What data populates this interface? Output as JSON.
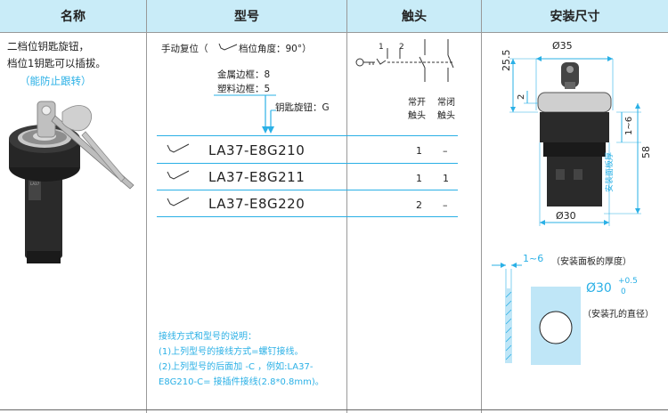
{
  "header": {
    "col1": "名称",
    "col2": "型号",
    "col3": "触头",
    "col4": "安装尺寸"
  },
  "name_col": {
    "line1": "二档位钥匙旋钮，",
    "line2": "档位1钥匙可以插拔。",
    "line3": "（能防止跟转）"
  },
  "model_col": {
    "reset_label": "手动复位（",
    "angle_label": "档位角度：90°）",
    "metal_frame": "金属边框：8",
    "plastic_frame": "塑料边框：5",
    "key_knob": "钥匙旋钮：G",
    "rows": [
      {
        "model": "LA37-E8G210",
        "no": "1",
        "nc": "–"
      },
      {
        "model": "LA37-E8G211",
        "no": "1",
        "nc": "1"
      },
      {
        "model": "LA37-E8G220",
        "no": "2",
        "nc": "–"
      }
    ],
    "notes": [
      "接线方式和型号的说明：",
      "(1)上列型号的接线方式=螺钉接线。",
      "(2)上列型号的后面加 -C ，例如:LA37-",
      "E8G210-C= 接插件接线(2.8*0.8mm)。"
    ]
  },
  "contact_col": {
    "pos1": "1",
    "pos2": "2",
    "no_label_1": "常开",
    "no_label_2": "触头",
    "nc_label_1": "常闭",
    "nc_label_2": "触头"
  },
  "dims": {
    "d35": "Ø35",
    "d30": "Ø30",
    "h25_5": "25.5",
    "h2": "2",
    "h1_6": "1~6",
    "h58": "58",
    "panel_vertical": "安装面板厚",
    "panel_thickness": "1~6",
    "panel_thickness_note": "（安装面板的厚度）",
    "hole_dia": "Ø30",
    "tol_plus": "+0.5",
    "tol_zero": "0",
    "hole_note": "（安装孔的直径）"
  },
  "colors": {
    "header_bg": "#c9ecf8",
    "accent": "#2ab0e6",
    "panel": "#bfe6f7"
  }
}
